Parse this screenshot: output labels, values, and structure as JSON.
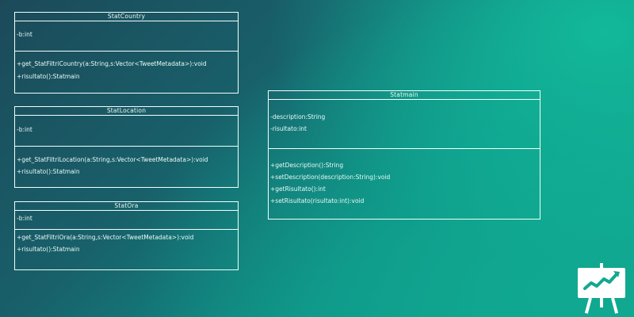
{
  "diagram": {
    "classes": [
      {
        "name": "StatCountry",
        "attributes": [
          "-b:int"
        ],
        "operations": [
          "+get_StatFiltriCountry(a:String,s:Vector<TweetMetadata>):void",
          "+risultato():Statmain"
        ]
      },
      {
        "name": "StatLocation",
        "attributes": [
          "-b:int"
        ],
        "operations": [
          "+get_StatFiltriLocation(a:String,s:Vector<TweetMetadata>):void",
          "+risultato():Statmain"
        ]
      },
      {
        "name": "StatOra",
        "attributes": [
          "-b:int"
        ],
        "operations": [
          "+get_StatFiltriOra(a:String,s:Vector<TweetMetadata>):void",
          "+risultato():Statmain"
        ]
      },
      {
        "name": "Statmain",
        "attributes": [
          "-description:String",
          "-risultato:int"
        ],
        "operations": [
          "+getDescription():String",
          "+setDescription(description:String):void",
          "+getRisultato():int",
          "+setRisultato(risultato:int):void"
        ]
      }
    ]
  },
  "logo": {
    "icon": "presentation-chart-icon",
    "color": "#ffffff",
    "line_color": "#13a88f"
  },
  "colors": {
    "bg_dark": "#1c4a5a",
    "bg_accent": "#11a991",
    "stroke": "#f2fffb"
  }
}
